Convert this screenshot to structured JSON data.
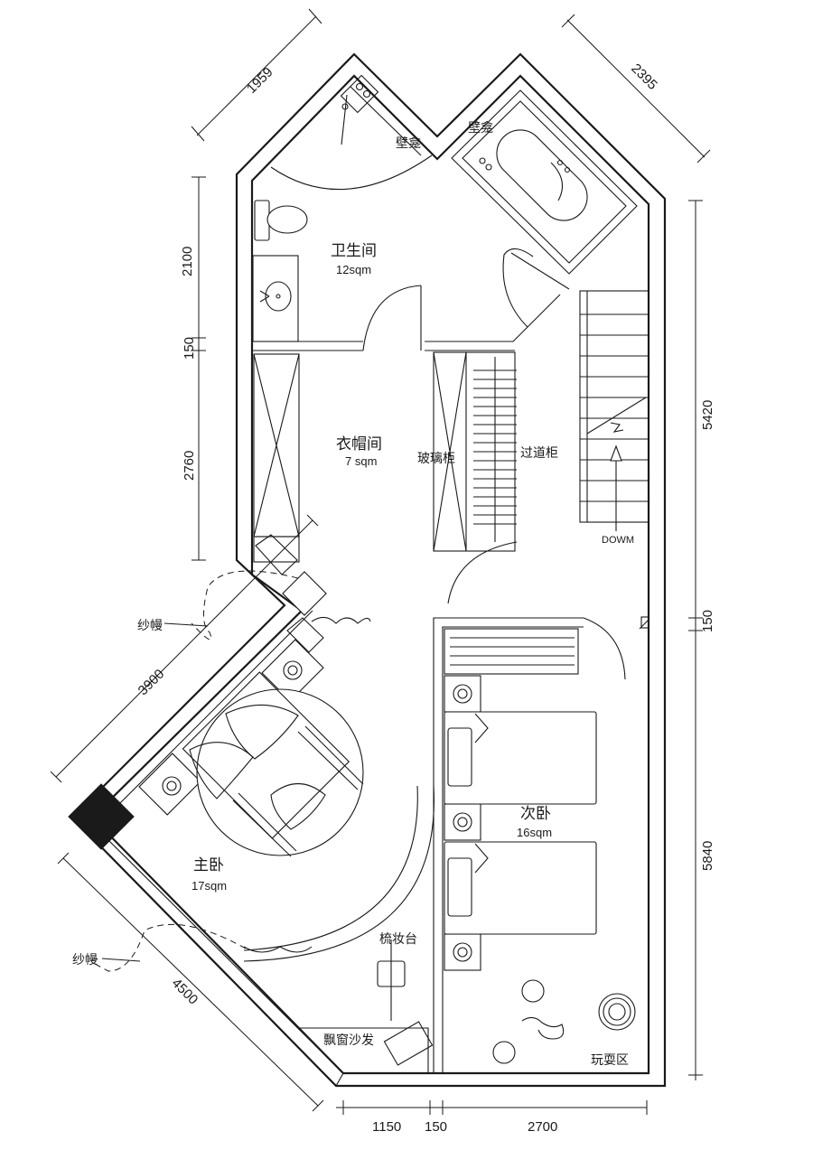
{
  "rooms": {
    "bathroom": {
      "name": "卫生间",
      "area": "12sqm"
    },
    "cloakroom": {
      "name": "衣帽间",
      "area": "7 sqm"
    },
    "master": {
      "name": "主卧",
      "area": "17sqm"
    },
    "second": {
      "name": "次卧",
      "area": "16sqm"
    }
  },
  "labels": {
    "niche_left": "壁龛",
    "niche_right": "壁龛",
    "glass_cabinet": "玻璃柜",
    "hall_cabinet": "过道柜",
    "stair_dir": "DOWM",
    "curtain_top": "纱幔",
    "curtain_bottom": "纱幔",
    "dresser": "梳妆台",
    "bay_sofa": "飘窗沙发",
    "play_area": "玩耍区"
  },
  "dimensions": {
    "top_left_diag": "1959",
    "top_right_diag": "2395",
    "left_1": "2100",
    "left_2": "150",
    "left_3": "2760",
    "right_1": "5420",
    "right_2": "150",
    "right_3": "5840",
    "diag_left": "3900",
    "diag_bottom": "4500",
    "bottom_1": "1150",
    "bottom_2": "150",
    "bottom_3": "2700"
  },
  "colors": {
    "line": "#1a1a1a",
    "background": "#ffffff"
  }
}
